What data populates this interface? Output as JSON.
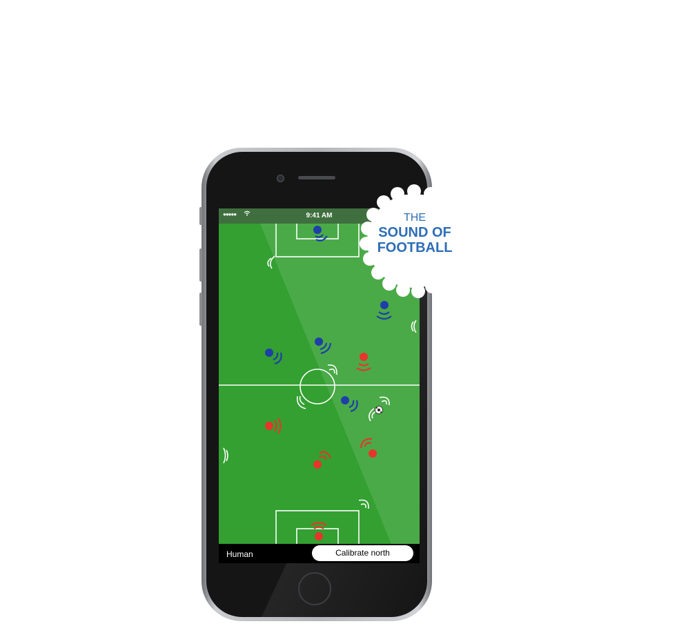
{
  "status_bar": {
    "signal": "●●●●●",
    "time": "9:41 AM"
  },
  "badge": {
    "line1": "THE",
    "line2": "SOUND OF",
    "line3": "FOOTBALL"
  },
  "bottom_bar": {
    "mode_label": "Human",
    "calibrate_label": "Calibrate north"
  },
  "colors": {
    "field_dark": "#33a031",
    "field_light": "#4aaa48",
    "team_blue": "#1f3fa8",
    "team_red": "#e8352b",
    "badge_blue": "#2d6db5"
  },
  "icons": [
    "wifi-icon",
    "signal-icon",
    "football-icon",
    "sound-wave-icon"
  ]
}
